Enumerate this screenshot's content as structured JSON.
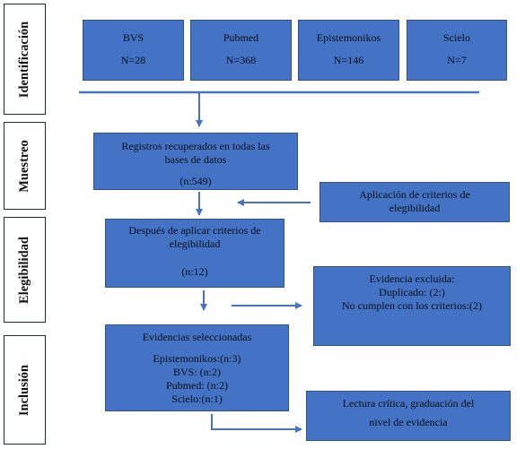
{
  "phases": [
    {
      "label": "Identificación"
    },
    {
      "label": "Muestreo"
    },
    {
      "label": "Elegibilidad"
    },
    {
      "label": "Inclusión"
    }
  ],
  "databases": [
    {
      "name": "BVS",
      "count": "N=28"
    },
    {
      "name": "Pubmed",
      "count": "N=368"
    },
    {
      "name": "Epistemonikos",
      "count": "N=146"
    },
    {
      "name": "Scielo",
      "count": "N=7"
    }
  ],
  "boxes": {
    "registros": {
      "lines": [
        "Registros recuperados en todas las",
        "bases de datos"
      ],
      "count": "(n:549)"
    },
    "criterios": {
      "lines": [
        "Aplicación de criterios de",
        "elegibilidad"
      ]
    },
    "despues": {
      "lines": [
        "Después de aplicar criterios de",
        "elegibilidad"
      ],
      "count": "(n:12)"
    },
    "excluida": {
      "lines": [
        "Evidencia excluida:",
        "Duplicado: (2:)",
        "No cumplen con los criterios:(2)"
      ]
    },
    "seleccionadas": {
      "title": "Evidencias seleccionadas",
      "lines": [
        "Epistemonikos:(n:3)",
        "BVS: (n:2)",
        "Pubmed: (n:2)",
        "Scielo:(n:1)"
      ]
    },
    "lectura": {
      "lines": [
        "Lectura crítica, graduación del",
        "nivel de evidencia"
      ]
    }
  },
  "colors": {
    "box_fill": "#4472c4",
    "box_border": "#2f528f",
    "arrow": "#4472c4",
    "phase_border": "#1f2a36"
  }
}
